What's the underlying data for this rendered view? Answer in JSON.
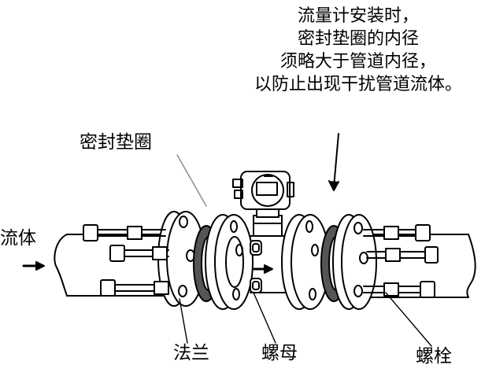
{
  "note_lines": [
    "流量计安装时，",
    "密封垫圈的内径",
    "须略大于管道内径，",
    "以防止出现干扰管道流体。"
  ],
  "labels": {
    "gasket": "密封垫圈",
    "fluid": "流体",
    "flange": "法兰",
    "nut": "螺母",
    "bolt": "螺栓"
  },
  "colors": {
    "line": "#000000",
    "gasket_fill": "#555555",
    "background": "#ffffff"
  }
}
